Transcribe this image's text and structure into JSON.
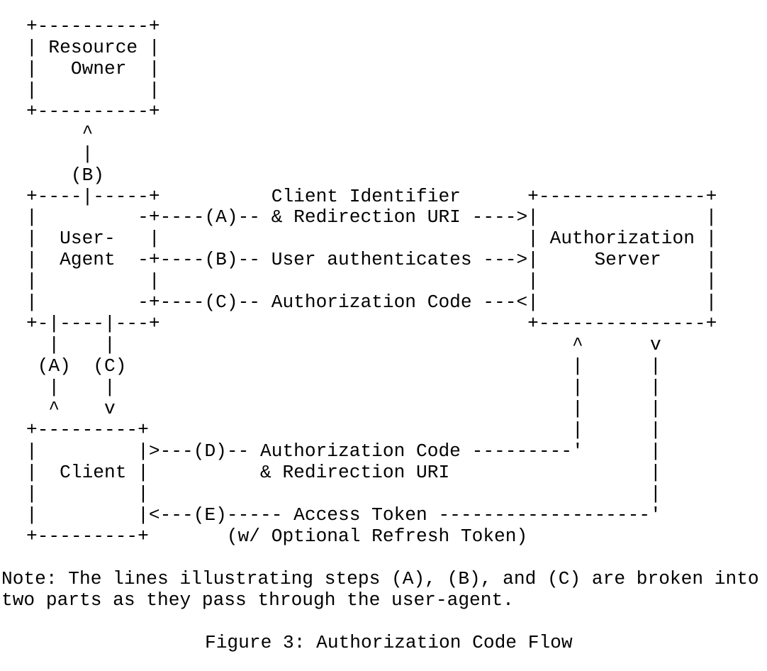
{
  "colors": {
    "background": "#ffffff",
    "text": "#000000"
  },
  "figure": {
    "caption": "Figure 3: Authorization Code Flow",
    "note_lines": [
      "Note: The lines illustrating steps (A), (B), and (C) are broken into",
      "two parts as they pass through the user-agent."
    ],
    "diagram_lines": [
      "+----------+",
      "| Resource |",
      "|   Owner  |",
      "|          |",
      "+----------+",
      "     ^",
      "     |",
      "    (B)",
      "+----|-----+          Client Identifier      +---------------+",
      "|         -+----(A)-- & Redirection URI ---->|               |",
      "|  User-   |                                 | Authorization |",
      "|  Agent  -+----(B)-- User authenticates --->|     Server    |",
      "|          |                                 |               |",
      "|         -+----(C)-- Authorization Code ---<|               |",
      "+-|----|---+                                 +---------------+",
      "  |    |                                         ^      v",
      " (A)  (C)                                        |      |",
      "  |    |                                         |      |",
      "  ^    v                                         |      |",
      "+---------+                                      |      |",
      "|         |>---(D)-- Authorization Code ---------'      |",
      "|  Client |          & Redirection URI                  |",
      "|         |                                             |",
      "|         |<---(E)----- Access Token -------------------'",
      "+---------+       (w/ Optional Refresh Token)"
    ],
    "semantics": {
      "entities": [
        "Resource Owner",
        "User-Agent",
        "Authorization Server",
        "Client"
      ],
      "steps": [
        {
          "id": "(A)",
          "label": "Client Identifier & Redirection URI"
        },
        {
          "id": "(B)",
          "label": "User authenticates"
        },
        {
          "id": "(C)",
          "label": "Authorization Code"
        },
        {
          "id": "(D)",
          "label": "Authorization Code & Redirection URI"
        },
        {
          "id": "(E)",
          "label": "Access Token (w/ Optional Refresh Token)"
        }
      ]
    }
  }
}
